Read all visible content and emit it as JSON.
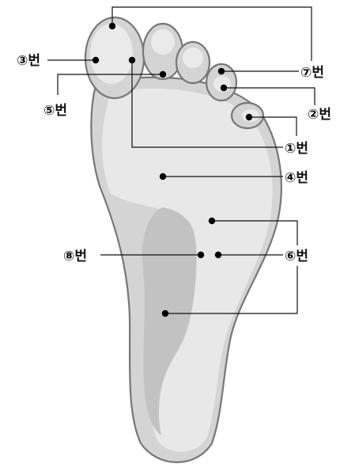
{
  "labels": {
    "p1": "①번",
    "p2": "②번",
    "p3": "③번",
    "p4": "④번",
    "p5": "⑤번",
    "p6": "⑥번",
    "p7": "⑦번",
    "p8": "⑧번"
  },
  "colors": {
    "foot_outline": "#777777",
    "foot_fill": "#d2d2d2",
    "foot_highlight": "#e6e6e6",
    "arch_shade": "#bdbdbd",
    "line": "#111111",
    "dot": "#000000"
  }
}
